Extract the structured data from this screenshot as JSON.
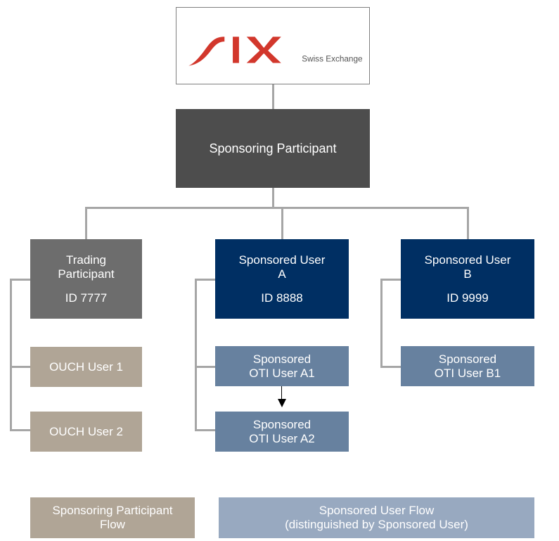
{
  "logo": {
    "brand": "SIX",
    "tagline": "Swiss Exchange",
    "mark_color": "#d2372c"
  },
  "colors": {
    "dark_gray": "#4d4d4d",
    "mid_gray": "#6d6d6d",
    "navy": "#002f63",
    "taupe": "#b0a596",
    "steel_blue": "#67819f",
    "light_blue": "#98a9c0",
    "connector": "#a6a6a6"
  },
  "nodes": {
    "sponsoring_participant": "Sponsoring Participant",
    "trading_participant": {
      "line1": "Trading",
      "line2": "Participant",
      "id": "ID 7777"
    },
    "sponsored_user_a": {
      "line1": "Sponsored User",
      "line2": "A",
      "id": "ID 8888"
    },
    "sponsored_user_b": {
      "line1": "Sponsored User",
      "line2": "B",
      "id": "ID 9999"
    },
    "ouch_user_1": "OUCH User 1",
    "ouch_user_2": "OUCH User 2",
    "oti_user_a1": {
      "line1": "Sponsored",
      "line2": "OTI User A1"
    },
    "oti_user_a2": {
      "line1": "Sponsored",
      "line2": "OTI User A2"
    },
    "oti_user_b1": {
      "line1": "Sponsored",
      "line2": "OTI User B1"
    }
  },
  "legend": {
    "sponsoring_flow": {
      "line1": "Sponsoring Participant",
      "line2": "Flow"
    },
    "sponsored_flow": {
      "line1": "Sponsored User Flow",
      "line2": "(distinguished by Sponsored User)"
    }
  }
}
